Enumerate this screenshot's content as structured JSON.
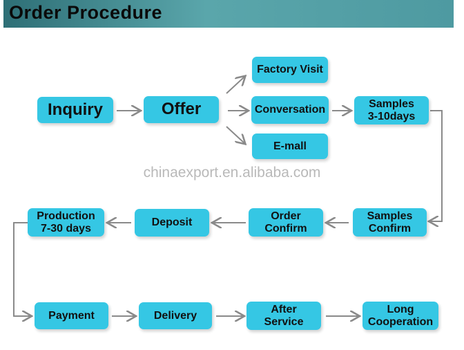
{
  "header": {
    "title": "Order Procedure"
  },
  "watermark": "chinaexport.en.alibaba.com",
  "steps": {
    "inquiry": "Inquiry",
    "offer": "Offer",
    "factory_visit": "Factory Visit",
    "conversation": "Conversation",
    "email": "E-mall",
    "samples_days": "Samples\n3-10days",
    "samples_confirm": "Samples\nConfirm",
    "order_confirm": "Order\nConfirm",
    "deposit": "Deposit",
    "production": "Production\n7-30 days",
    "payment": "Payment",
    "delivery": "Delivery",
    "after_service": "After\nService",
    "long_cooperation": "Long\nCooperation"
  },
  "colors": {
    "box": "#35c7e4",
    "arrow": "#8a8a8a",
    "header": "#4e9aa1"
  }
}
